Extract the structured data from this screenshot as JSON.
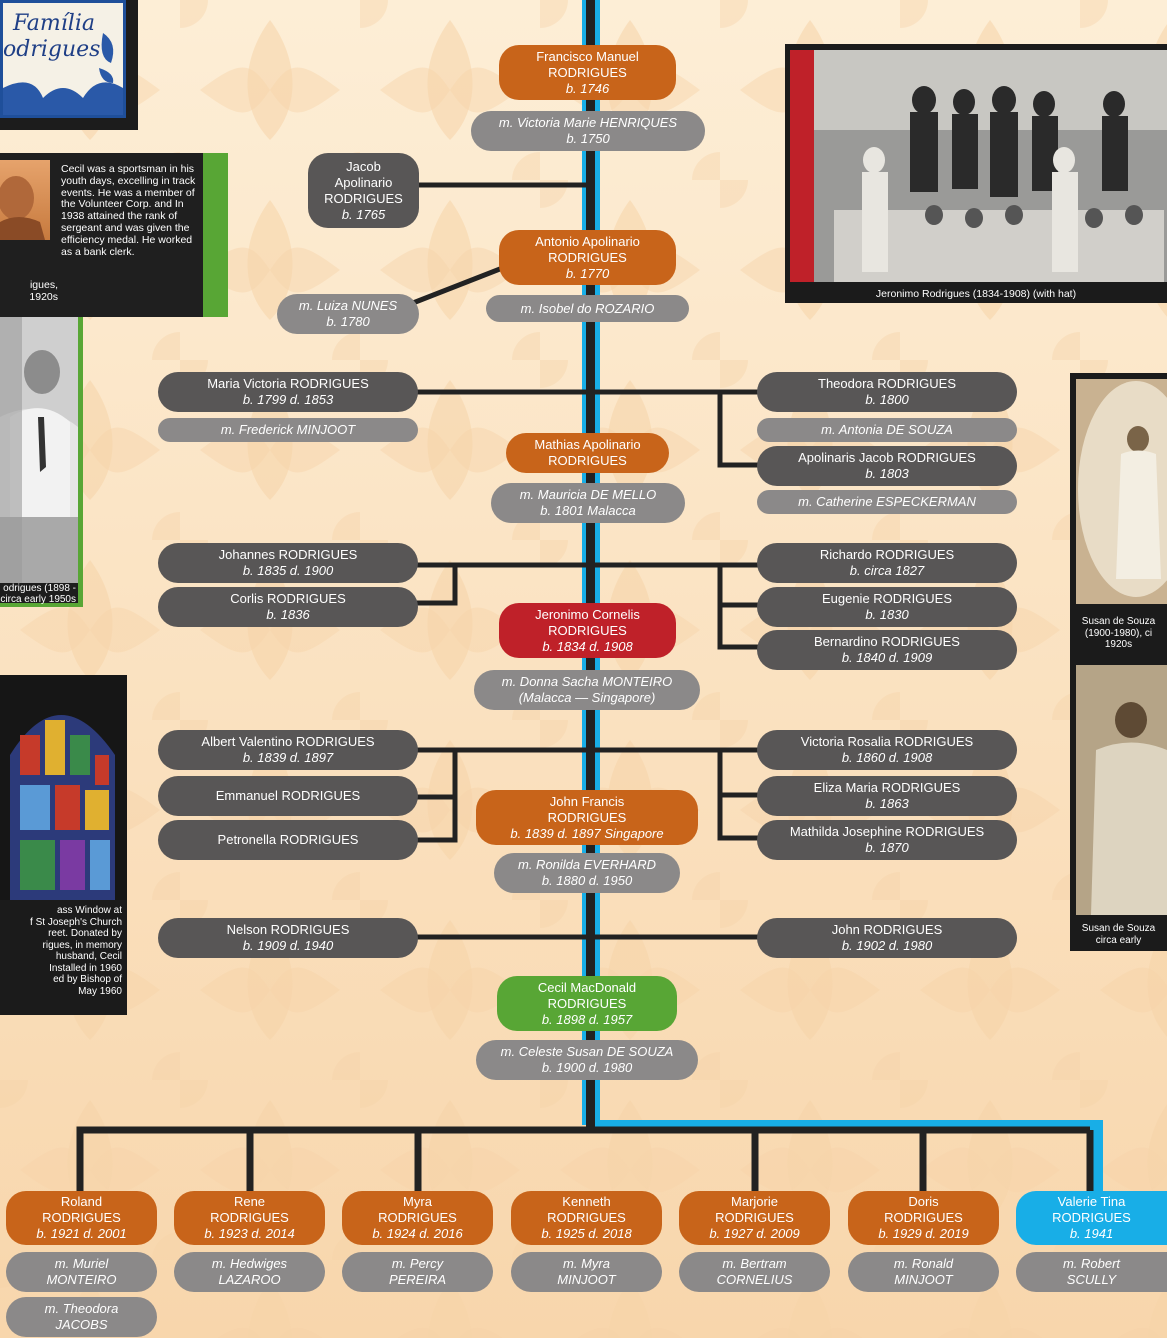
{
  "plaque": {
    "line1": "Família",
    "line2": "odrigues"
  },
  "cecil_bio": "Cecil was a sportsman in his youth days, excelling in track events. He was a member of the Volunteer Corp. and In 1938 attained the rank of sergeant and was given the efficiency medal. He worked as a bank clerk.",
  "cecil_photo1_caption": [
    "igues,",
    "1920s"
  ],
  "cecil_photo2_caption": [
    "odrigues (1898 -",
    "circa early 1950s"
  ],
  "window_caption": [
    "ass Window at",
    "f St Joseph's Church",
    "reet. Donated by",
    "rigues, in memory",
    "husband, Cecil",
    "Installed in 1960",
    "ed by Bishop of",
    "May 1960"
  ],
  "jeronimo_photo_caption": "Jeronimo Rodrigues (1834-1908) (with hat)",
  "susan_caption1": [
    "Susan de Souza",
    "(1900-1980), ci",
    "1920s"
  ],
  "susan_caption2": [
    "Susan de Souza",
    "circa early"
  ],
  "people": {
    "francisco": [
      "Francisco Manuel",
      "RODRIGUES",
      "b. 1746"
    ],
    "francisco_m": [
      "m. Victoria Marie HENRIQUES",
      "b. 1750"
    ],
    "jacob": [
      "Jacob",
      "Apolinario",
      "RODRIGUES",
      "b. 1765"
    ],
    "antonio": [
      "Antonio Apolinario",
      "RODRIGUES",
      "b. 1770"
    ],
    "antonio_m1": [
      "m. Luiza NUNES",
      "b. 1780"
    ],
    "antonio_m2": [
      "m. Isobel do ROZARIO"
    ],
    "maria": [
      "Maria Victoria RODRIGUES",
      "b. 1799 d. 1853"
    ],
    "maria_m": [
      "m. Frederick MINJOOT"
    ],
    "theodora": [
      "Theodora RODRIGUES",
      "b. 1800"
    ],
    "theodora_m": [
      "m. Antonia DE SOUZA"
    ],
    "apolinaris": [
      "Apolinaris Jacob RODRIGUES",
      "b. 1803"
    ],
    "apolinaris_m": [
      "m. Catherine ESPECKERMAN"
    ],
    "mathias": [
      "Mathias Apolinario",
      "RODRIGUES"
    ],
    "mathias_m": [
      "m. Mauricia DE MELLO",
      "b. 1801 Malacca"
    ],
    "johannes": [
      "Johannes RODRIGUES",
      "b. 1835 d. 1900"
    ],
    "corlis": [
      "Corlis RODRIGUES",
      "b. 1836"
    ],
    "richardo": [
      "Richardo RODRIGUES",
      "b. circa 1827"
    ],
    "eugenie": [
      "Eugenie RODRIGUES",
      "b. 1830"
    ],
    "bernardino": [
      "Bernardino RODRIGUES",
      "b. 1840 d. 1909"
    ],
    "jeronimo": [
      "Jeronimo Cornelis",
      "RODRIGUES",
      "b. 1834 d. 1908"
    ],
    "jeronimo_m": [
      "m. Donna Sacha MONTEIRO",
      "(Malacca — Singapore)"
    ],
    "albert": [
      "Albert Valentino RODRIGUES",
      "b. 1839 d. 1897"
    ],
    "emmanuel": [
      "Emmanuel RODRIGUES"
    ],
    "petronella": [
      "Petronella RODRIGUES"
    ],
    "victoria": [
      "Victoria Rosalia RODRIGUES",
      "b. 1860 d. 1908"
    ],
    "eliza": [
      "Eliza Maria RODRIGUES",
      "b. 1863"
    ],
    "mathilda": [
      "Mathilda Josephine RODRIGUES",
      "b. 1870"
    ],
    "john_francis": [
      "John Francis",
      "RODRIGUES",
      "b. 1839 d. 1897 Singapore"
    ],
    "john_francis_m": [
      "m. Ronilda EVERHARD",
      "b. 1880 d. 1950"
    ],
    "nelson": [
      "Nelson RODRIGUES",
      "b. 1909 d. 1940"
    ],
    "john": [
      "John RODRIGUES",
      "b. 1902 d. 1980"
    ],
    "cecil": [
      "Cecil MacDonald",
      "RODRIGUES",
      "b. 1898 d. 1957"
    ],
    "cecil_m": [
      "m. Celeste Susan DE SOUZA",
      "b. 1900 d. 1980"
    ],
    "roland": [
      "Roland",
      "RODRIGUES",
      "b. 1921 d. 2001"
    ],
    "roland_m1": [
      "m. Muriel",
      "MONTEIRO"
    ],
    "roland_m2": [
      "m. Theodora",
      "JACOBS"
    ],
    "rene": [
      "Rene",
      "RODRIGUES",
      "b. 1923 d. 2014"
    ],
    "rene_m": [
      "m. Hedwiges",
      "LAZAROO"
    ],
    "myra": [
      "Myra",
      "RODRIGUES",
      "b. 1924 d. 2016"
    ],
    "myra_m": [
      "m. Percy",
      "PEREIRA"
    ],
    "kenneth": [
      "Kenneth",
      "RODRIGUES",
      "b. 1925 d. 2018"
    ],
    "kenneth_m": [
      "m. Myra",
      "MINJOOT"
    ],
    "marjorie": [
      "Marjorie",
      "RODRIGUES",
      "b. 1927 d. 2009"
    ],
    "marjorie_m": [
      "m. Bertram",
      "CORNELIUS"
    ],
    "doris": [
      "Doris",
      "RODRIGUES",
      "b. 1929 d. 2019"
    ],
    "doris_m": [
      "m. Ronald",
      "MINJOOT"
    ],
    "valerie": [
      "Valerie Tina",
      "RODRIGUES",
      "b. 1941"
    ],
    "valerie_m": [
      "m. Robert",
      "SCULLY"
    ]
  }
}
